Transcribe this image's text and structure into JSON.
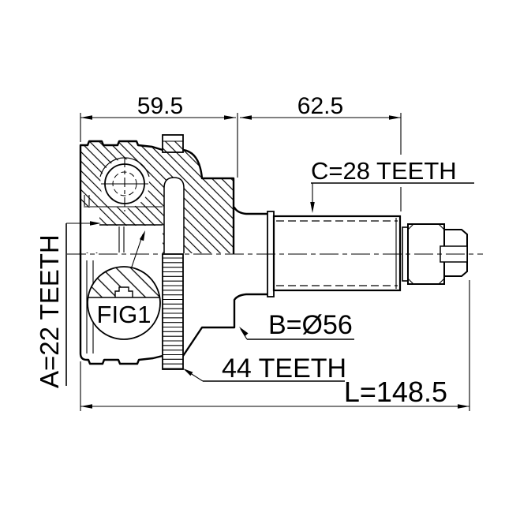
{
  "drawing": {
    "title": "cv-joint-outer-technical-drawing",
    "dimensions": {
      "top_left": "59.5",
      "top_right": "62.5",
      "overall_length": "L=148.5"
    },
    "labels": {
      "spline_c": "C=28 TEETH",
      "spline_a": "A=22 TEETH",
      "diameter_b": "B=Ø56",
      "abs_ring": "44 TEETH",
      "figure": "FIG1"
    },
    "colors": {
      "line": "#000000",
      "background": "#ffffff"
    }
  }
}
